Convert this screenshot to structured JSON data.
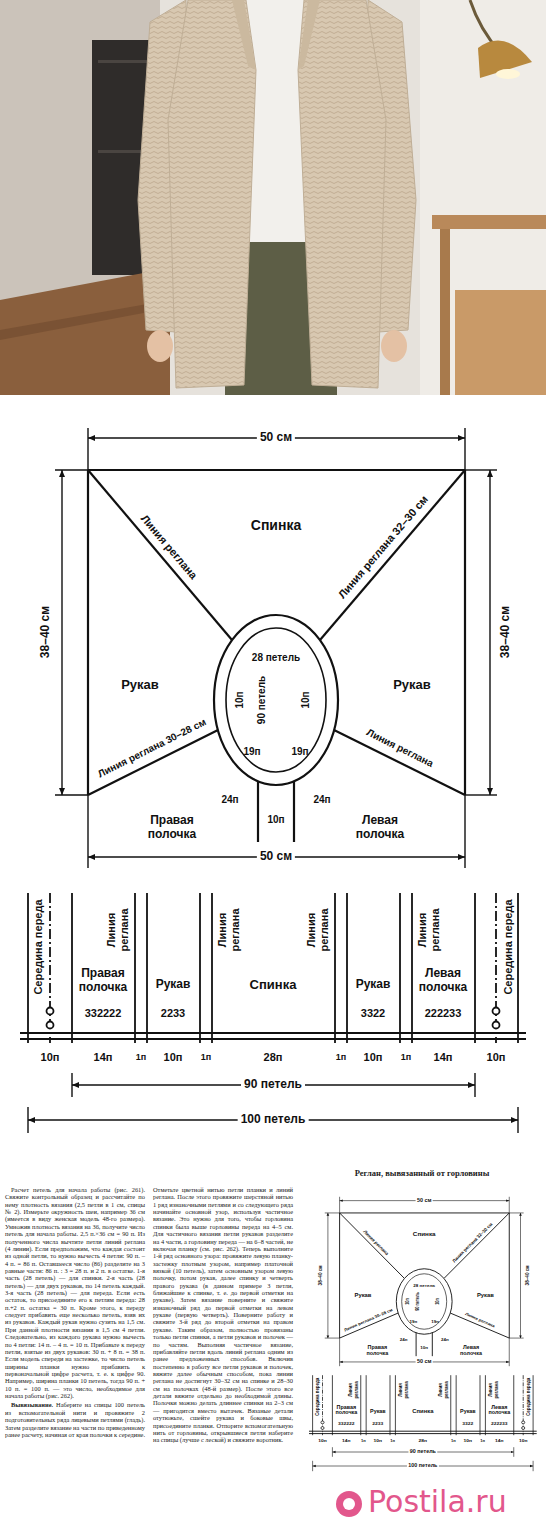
{
  "diagram": {
    "title": "Реглан, вывязанный от горловины",
    "labels": [
      "50 см",
      "Спинка",
      "Линия реглана",
      "Линия реглана 32–30 см",
      "38–40 см",
      "38–40 см",
      "Рукав",
      "Рукав",
      "28 петель",
      "10п",
      "90 петель",
      "10п",
      "19п",
      "19п",
      "Линия реглана 30–28 см",
      "Линия реглана",
      "24п",
      "24п",
      "10п",
      "Правая полочка",
      "Левая полочка",
      "50 см",
      "Середина переда",
      "Линия реглана",
      "Линия реглана",
      "Линия реглана",
      "Линия реглана",
      "Середина переда",
      "Правая полочка",
      "332222",
      "Рукав",
      "2233",
      "Спинка",
      "Рукав",
      "3322",
      "Левая полочка",
      "222233",
      "10п",
      "14п",
      "1п",
      "10п",
      "1п",
      "28п",
      "1п",
      "10п",
      "1п",
      "14п",
      "10п",
      "90 петель",
      "100 петель",
      "Расчет петель для начала работы (рис. 261). Свяжите контрольный образец и рассчитайте по нему плотность вязания (2,5 петли в 1 см, спицы № 2). Измерьте окружность шеи, например 36 см (имеется в виду женская модель 48-го размера). Умножив плотность вязания на 36, получите число петель для начала работы. 2,5 п.×36 см = 90 п. Из полученного числа вычтите петли линий реглана (4 линии). Если предположим, что каждая состоит из одной петли, то нужно вычесть 4 петли: 90 п. – 4 п. = 86 п. Оставшееся число (86) разделите на 3 равные части: 86 п. : 3 = 28 п. и 2 п. в остатке. 1-я часть (28 петель) — для спинки. 2-я часть (28 петель) — для двух рукавов, по 14 петель каждый. 3-я часть (28 петель) — для переда. Если есть остаток, то присоедините его к петлям переда: 28 п.+2 п. остатка = 30 п. Кроме этого, к переду следует прибавить еще несколько петель, взяв их из рукавов. Каждый рукав нужно сузить на 1,5 см. При данной плотности вязания в 1,5 см 4 петли. Следовательно, из каждого рукава нужно вычесть по 4 петли: 14 п. – 4 п. = 10 п. Прибавьте к переду петли, взятые из двух рукавов: 30 п. + 8 п. = 38 п. Если модель спереди на застежке, то число петель ширины планки нужно прибавить к первоначальной цифре расчета, т. е. к цифре 90. Например, ширина планки 10 петель, тогда 90 п. + 10 п. = 100 п. — это число, необходимое для начала работы (рис. 262).",
      "Вывязывание.",
      "Наберите на спицы 100 петель из вспомогательной нити и провяжите 2 подготовительных ряда лицевыми петлями (гладь). Затем разделите вязание на части по приведенному ранее расчету, начиная от края полочки к середине. Отметьте цветной нитью петли планки и линий реглана. После этого провяжите шерстяной нитью 1 ряд изнаночными петлями и со следующего ряда начинайте основной узор, используя частичное вязание. Это нужно для того, чтобы горловина спинки была выше горловины переда на 4–5 см. Для частичного вязания петли рукавов разделите на 4 части, а горловину переда — на 6–8 частей, не включая планку (см. рис. 262). Теперь выполните 1-й ряд основного узора: провяжите левую планку-застежку плотным узором, например платочной вязкой (10 петель), затем основным узором левую полочку, потом рукав, далее спинку и четверть правого рукава (в данном примере 3 петли, ближайшие к спинке, т. е. до первой отметки на рукаве). Затем вязание поверните и свяжите изнаночный ряд до первой отметки на левом рукаве (первую четверть). Поверните работу и свяжите 3-й ряд до второй отметки на правом рукаве. Таким образом, полностью провязаны только петли спинки, а петли рукавов и полочек — по частям. Выполняя частичное вязание, прибавляйте петли вдоль линий реглана одним из ранее предложенных способов. Включив постепенно в работу все петли рукавов и полочек, вяжите далее обычным способом, пока линии реглана не достигнут 30–32 см на спинке и 28–30 см на полочках (48-й размер). После этого все детали вяжите отдельно до необходимой длины. Полочки можно делать длиннее спинки на 2–3 см — пригодится вместо вытачек. Вязаные детали отутюжьте, сшейте рукава и боковые швы, присоедините планки. Отпорите вспомогательную нить от горловины, открывшиеся петли наберите на спицы (лучше с леской) и свяжите воротник.",
      "50 см",
      "Спинка",
      "Линия реглана",
      "Линия реглана 32–30 см",
      "38–40 см",
      "38–40 см",
      "Рукав",
      "Рукав",
      "28 петель",
      "10п",
      "90 петель",
      "10п",
      "19п",
      "19п",
      "Линия реглана 30–28 см",
      "Линия реглана",
      "24п",
      "24п",
      "10п",
      "Правая полочка",
      "Левая полочка",
      "50 см",
      "Середина переда",
      "Линия реглана",
      "Линия реглана",
      "Линия реглана",
      "Линия реглана",
      "Середина переда",
      "Правая полочка",
      "332222",
      "Рукав",
      "2233",
      "Спинка",
      "Рукав",
      "3322",
      "Левая полочка",
      "222233",
      "10п",
      "14п",
      "1п",
      "10п",
      "1п",
      "28п",
      "1п",
      "10п",
      "1п",
      "14п",
      "10п",
      "90 петель",
      "100 петель",
      "Postila.ru"
    ]
  }
}
